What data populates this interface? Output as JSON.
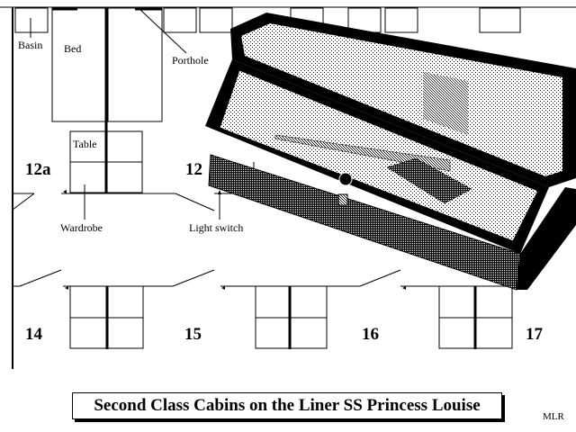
{
  "labels": {
    "basin": "Basin",
    "bed": "Bed",
    "porthole": "Porthole",
    "table": "Table",
    "wardrobe": "Wardrobe",
    "light_switch": "Light switch"
  },
  "cabins": {
    "c12a": "12a",
    "c12": "12",
    "c14": "14",
    "c15": "15",
    "c16": "16",
    "c17": "17"
  },
  "caption": "Second Class Cabins on the Liner SS Princess Louise",
  "credit": "MLR"
}
